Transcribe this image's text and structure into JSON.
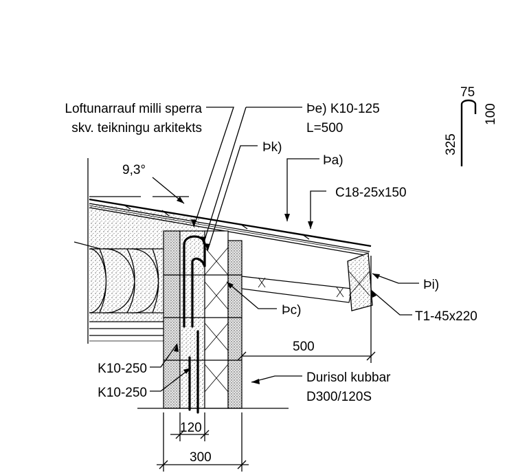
{
  "labels": {
    "loft_line1": "Loftunarrauf milli sperra",
    "loft_line2": "skv. teikningu arkitekts",
    "pe_line1": "Þe) K10-125",
    "pe_line2": "L=500",
    "pk": "Þk)",
    "pa": "Þa)",
    "c18": "C18-25x150",
    "angle": "9,3°",
    "pi": "Þi)",
    "pc": "Þc)",
    "t1": "T1-45x220",
    "dim_500": "500",
    "k10_a": "K10-250",
    "k10_b": "K10-250",
    "durisol_line1": "Durisol kubbar",
    "durisol_line2": "D300/120S",
    "dim_120": "120",
    "dim_300": "300"
  },
  "bar_shape": {
    "top": "75",
    "right": "100",
    "left": "325"
  }
}
